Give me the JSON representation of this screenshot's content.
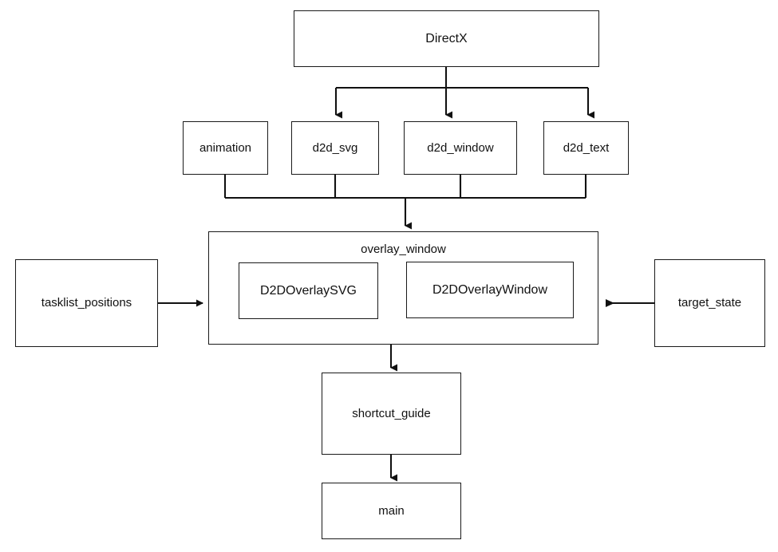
{
  "diagram": {
    "title": "DirectX overlay module dependency diagram",
    "type": "flowchart",
    "background_color": "#ffffff",
    "line_color": "#1a1a1a",
    "text_color": "#111111",
    "nodes": {
      "directx": {
        "label": "DirectX"
      },
      "animation": {
        "label": "animation"
      },
      "d2d_svg": {
        "label": "d2d_svg"
      },
      "d2d_window": {
        "label": "d2d_window"
      },
      "d2d_text": {
        "label": "d2d_text"
      },
      "overlay_window": {
        "label": "overlay_window"
      },
      "d2d_overlay_svg": {
        "label": "D2DOverlaySVG"
      },
      "d2d_overlay_window": {
        "label": "D2DOverlayWindow"
      },
      "tasklist_positions": {
        "label": "tasklist_positions"
      },
      "target_state": {
        "label": "target_state"
      },
      "shortcut_guide": {
        "label": "shortcut_guide"
      },
      "main": {
        "label": "main"
      }
    },
    "edges": [
      {
        "from": "directx",
        "to": "d2d_svg",
        "arrow": "down"
      },
      {
        "from": "directx",
        "to": "d2d_window",
        "arrow": "down"
      },
      {
        "from": "directx",
        "to": "d2d_text",
        "arrow": "down"
      },
      {
        "from": "animation",
        "to": "overlay_window",
        "arrow": "down"
      },
      {
        "from": "d2d_svg",
        "to": "overlay_window",
        "arrow": "down"
      },
      {
        "from": "d2d_window",
        "to": "overlay_window",
        "arrow": "down"
      },
      {
        "from": "d2d_text",
        "to": "overlay_window",
        "arrow": "down"
      },
      {
        "from": "tasklist_positions",
        "to": "overlay_window",
        "arrow": "right"
      },
      {
        "from": "target_state",
        "to": "overlay_window",
        "arrow": "left"
      },
      {
        "from": "overlay_window",
        "to": "shortcut_guide",
        "arrow": "down"
      },
      {
        "from": "shortcut_guide",
        "to": "main",
        "arrow": "down"
      }
    ]
  }
}
